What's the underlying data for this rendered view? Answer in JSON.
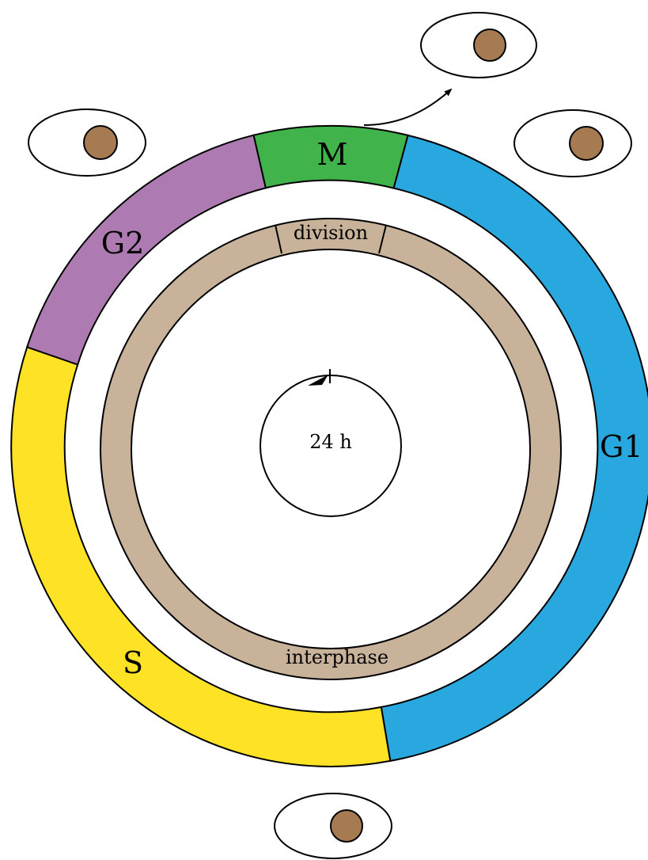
{
  "phases": [
    {
      "key": "m",
      "label": "M",
      "color": "#41b34b"
    },
    {
      "key": "g1",
      "label": "G1",
      "color": "#29a8e0"
    },
    {
      "key": "s",
      "label": "S",
      "color": "#fde225"
    },
    {
      "key": "g2",
      "label": "G2",
      "color": "#ad7bb2"
    }
  ],
  "inner_ring": {
    "color": "#c8b29a",
    "division_label": "division",
    "interphase_label": "interphase"
  },
  "clock": {
    "label": "24 h"
  },
  "cell": {
    "nucleus_color": "#a67b51"
  }
}
